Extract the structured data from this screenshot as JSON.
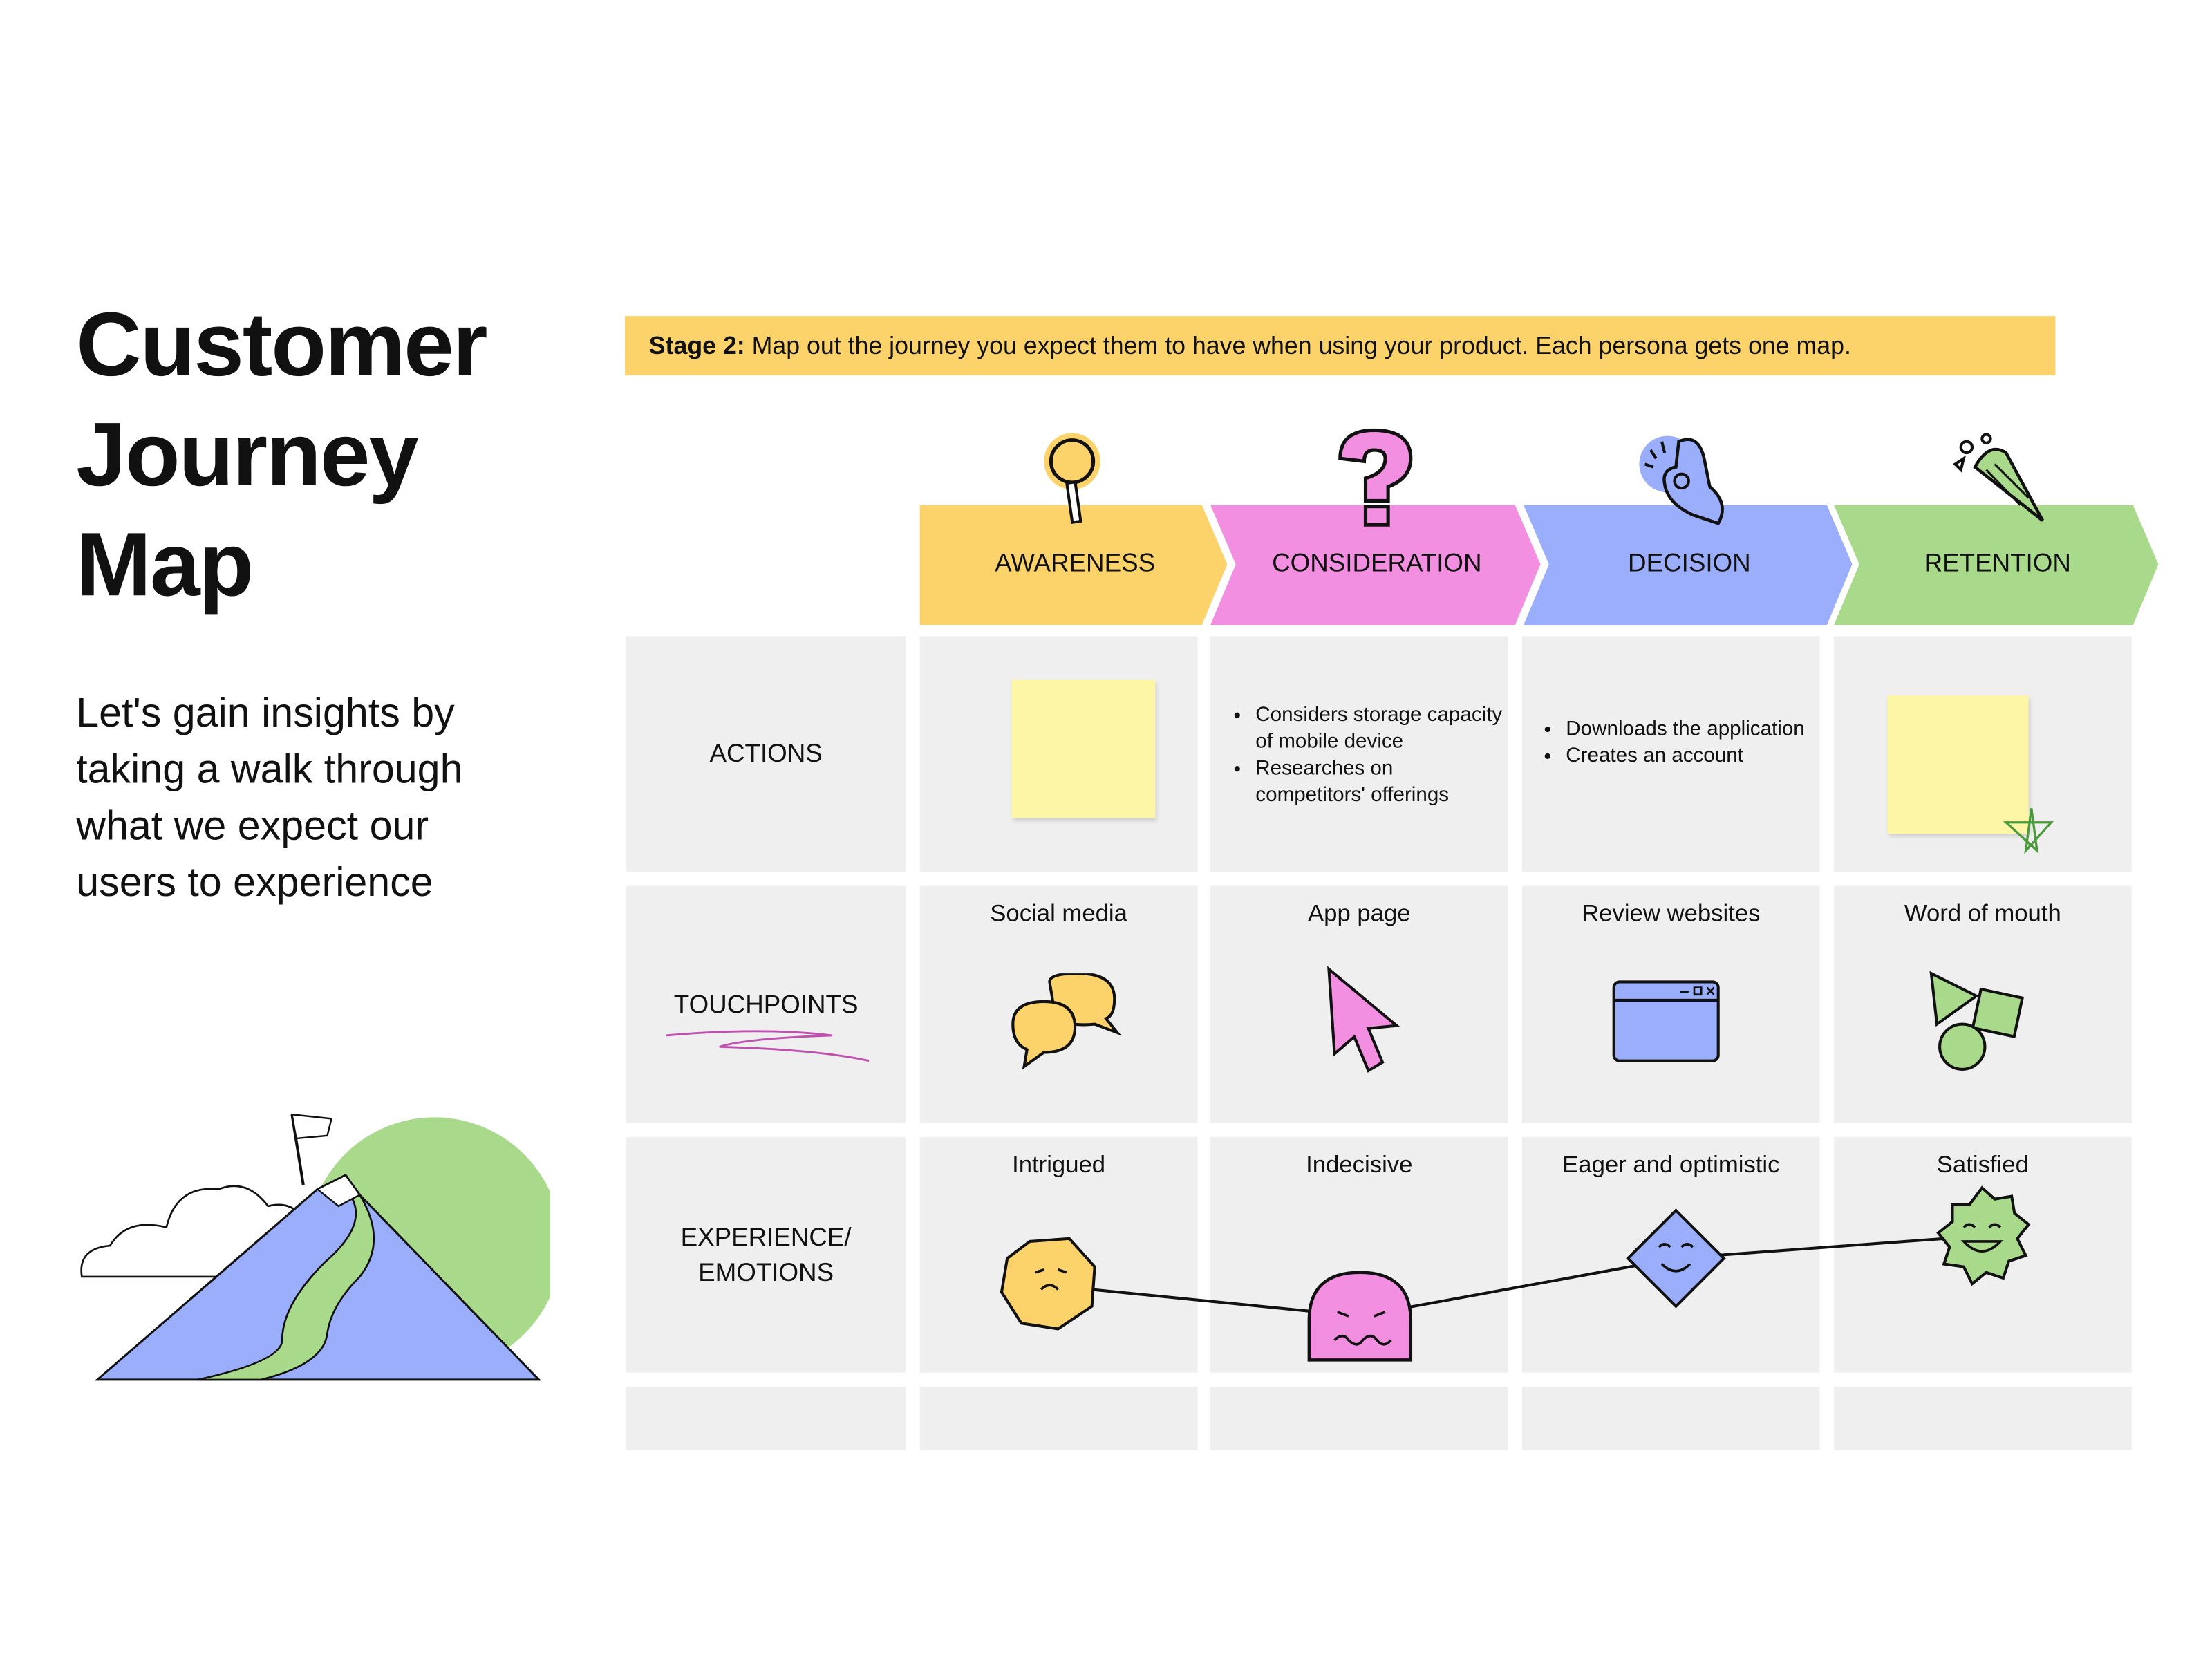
{
  "title": [
    "Customer",
    "Journey",
    "Map"
  ],
  "subtitle": "Let's gain insights by taking a walk through what we expect our users to experience",
  "banner": {
    "bold": "Stage 2:",
    "text": " Map out the journey you expect them to have when using your product. Each persona gets one map."
  },
  "stages": [
    {
      "label": "AWARENESS",
      "color": "#fcd36a",
      "icon": "magnifier-icon"
    },
    {
      "label": "CONSIDERATION",
      "color": "#f28fe0",
      "icon": "question-mark-icon"
    },
    {
      "label": "DECISION",
      "color": "#9aaefc",
      "icon": "ok-hand-icon"
    },
    {
      "label": "RETENTION",
      "color": "#a9d98a",
      "icon": "party-popper-icon"
    }
  ],
  "rows": {
    "actions": "ACTIONS",
    "touchpoints": "TOUCHPOINTS",
    "emotions": "EXPERIENCE/ EMOTIONS"
  },
  "actions": {
    "consideration": [
      "Considers storage capacity of mobile device",
      "Researches on competitors' offerings"
    ],
    "decision": [
      "Downloads the application",
      "Creates an account"
    ]
  },
  "touchpoints": [
    "Social media",
    "App page",
    "Review websites",
    "Word of mouth"
  ],
  "emotions": [
    "Intrigued",
    "Indecisive",
    "Eager and optimistic",
    "Satisfied"
  ],
  "colors": {
    "cell": "#efefef",
    "sticky": "#fdf6a6",
    "yellow": "#fcd36a",
    "pink": "#f28fe0",
    "blue": "#9aaefc",
    "green": "#a9d98a"
  }
}
